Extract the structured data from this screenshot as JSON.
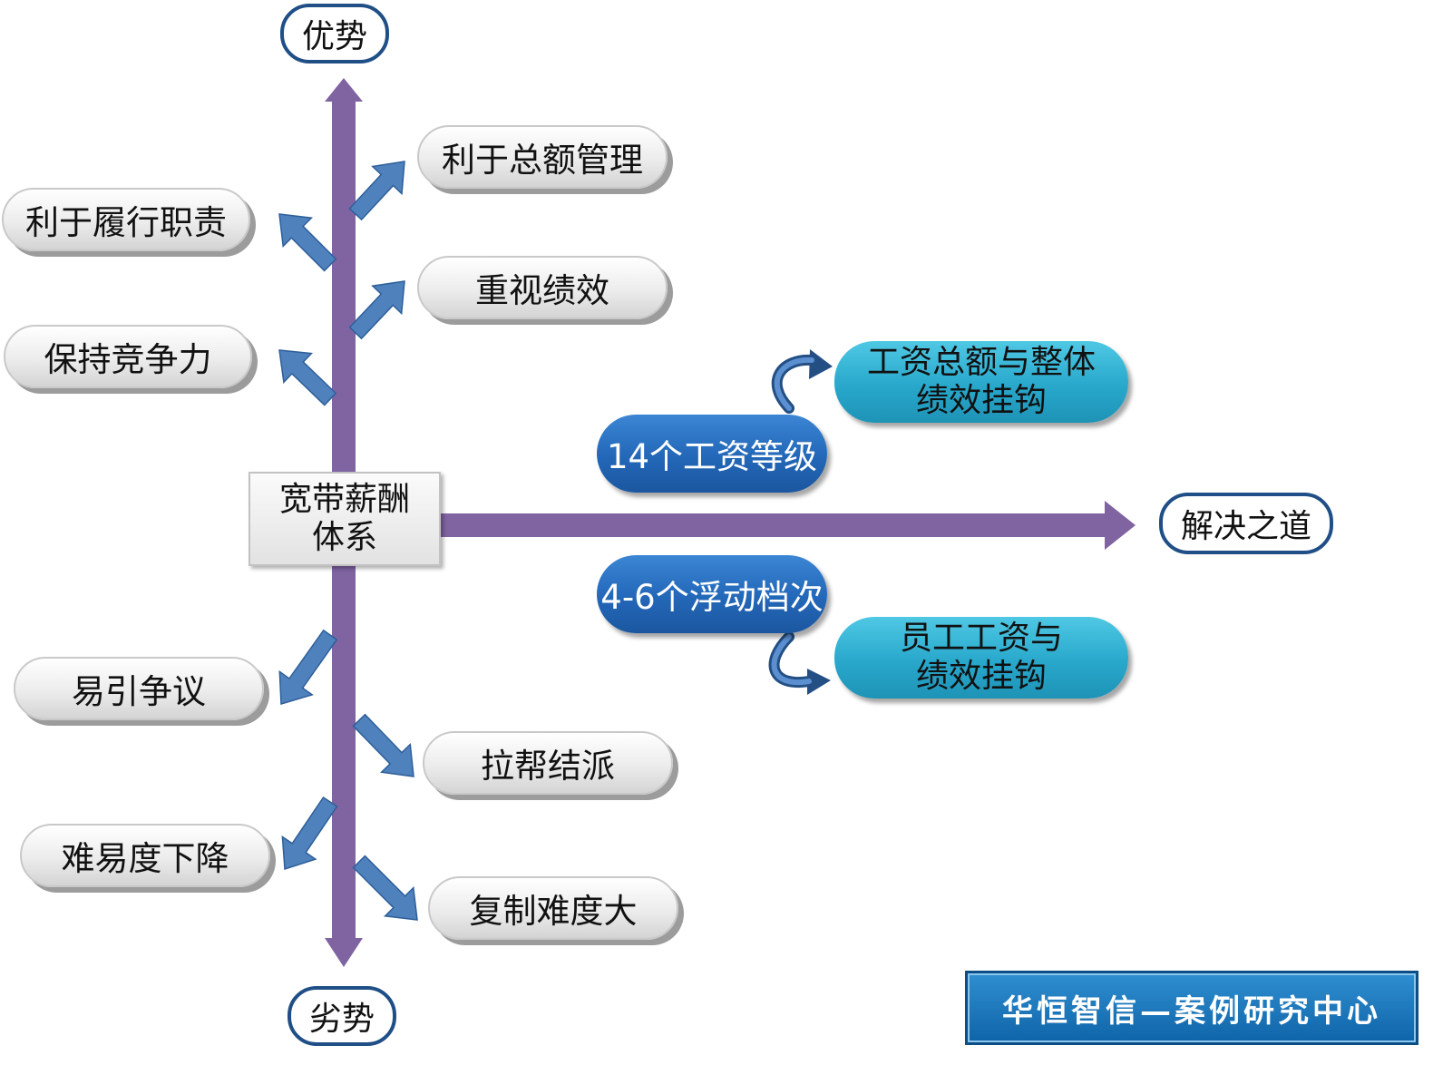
{
  "diagram": {
    "center": "宽带薪酬\n体系",
    "top_label": "优势",
    "bottom_label": "劣势",
    "right_label": "解决之道",
    "advantages_right": [
      "利于总额管理",
      "重视绩效"
    ],
    "advantages_left": [
      "利于履行职责",
      "保持竞争力"
    ],
    "disadvantages_left": [
      "易引争议",
      "难易度下降"
    ],
    "disadvantages_right": [
      "拉帮结派",
      "复制难度大"
    ],
    "solutions": [
      {
        "primary": "14个工资等级",
        "secondary": "工资总额与整体\n绩效挂钩"
      },
      {
        "primary": "4-6个浮动档次",
        "secondary": "员工工资与\n绩效挂钩"
      }
    ],
    "brand": "华恒智信—案例研究中心"
  },
  "colors": {
    "axis": "#8064a2",
    "branch_arrow": "#4f81bd",
    "endpoint_border": "#1f4f86",
    "blue_pill": "#2367b8",
    "teal_pill": "#28a8cc"
  }
}
